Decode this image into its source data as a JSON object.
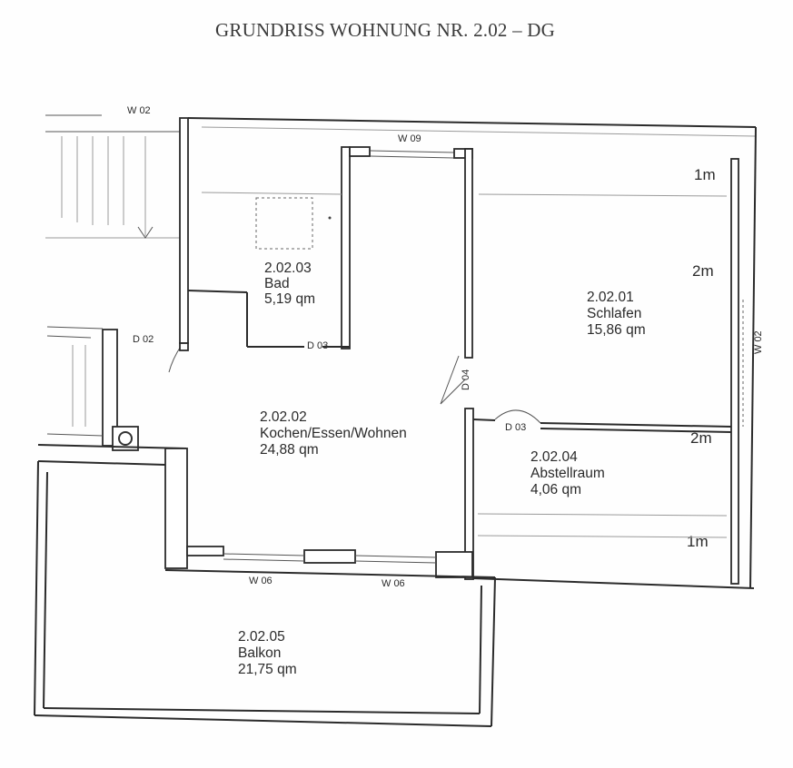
{
  "title": "GRUNDRISS WOHNUNG NR. 2.02 – DG",
  "rooms": {
    "bad": {
      "number": "2.02.03",
      "name": "Bad",
      "area": "5,19 qm"
    },
    "schlafen": {
      "number": "2.02.01",
      "name": "Schlafen",
      "area": "15,86 qm"
    },
    "kochen": {
      "number": "2.02.02",
      "name": "Kochen/Essen/Wohnen",
      "area": "24,88 qm"
    },
    "abstell": {
      "number": "2.02.04",
      "name": "Abstellraum",
      "area": "4,06 qm"
    },
    "balkon": {
      "number": "2.02.05",
      "name": "Balkon",
      "area": "21,75 qm"
    }
  },
  "labels": {
    "w02_top": "W 02",
    "w09": "W 09",
    "w02_right": "W 02",
    "d02": "D 02",
    "d03_bad": "D 03",
    "d04": "D 04",
    "d03_abstell": "D 03",
    "w06_left": "W 06",
    "w06_right": "W 06"
  },
  "dimensions": {
    "d1_top": "1m",
    "d2_top": "2m",
    "d2_mid": "2m",
    "d1_bottom": "1m"
  }
}
